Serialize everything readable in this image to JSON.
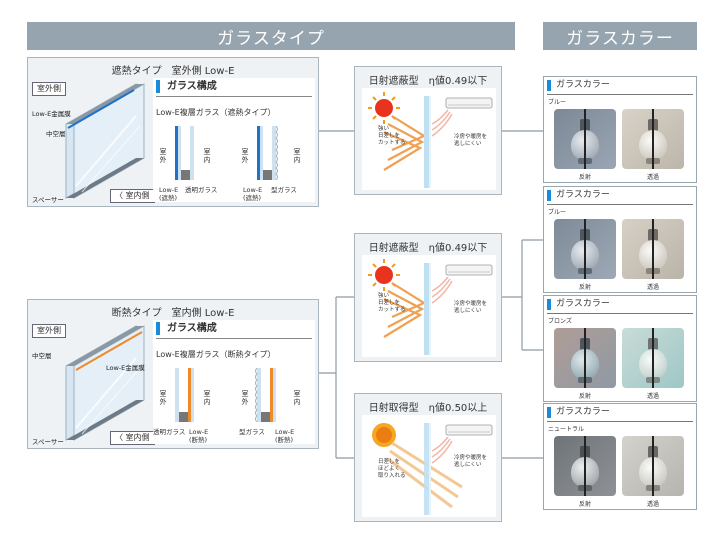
{
  "headers": {
    "glass_type": "ガラスタイプ",
    "glass_color": "ガラスカラー"
  },
  "panel_heat_shield": {
    "title": "遮熱タイプ　室外側 Low-E",
    "outdoor_tag": "室外側",
    "indoor_tag": "室内側",
    "lowe_film": "Low-E金属膜",
    "air_layer": "中空層",
    "spacer": "スペーサー",
    "composition": "ガラス構成",
    "glass_name": "Low-E複層ガラス（遮熱タイプ）",
    "outside_v": "室外",
    "inside_v": "室内",
    "a_left": "Low-E",
    "a_left_sub": "(遮熱)",
    "a_right": "透明ガラス",
    "b_left": "Low-E",
    "b_left_sub": "(遮熱)",
    "b_right": "型ガラス"
  },
  "panel_insulation": {
    "title": "断熱タイプ　室内側 Low-E",
    "outdoor_tag": "室外側",
    "indoor_tag": "室内側",
    "lowe_film": "Low-E金属膜",
    "air_layer": "中空層",
    "spacer": "スペーサー",
    "composition": "ガラス構成",
    "glass_name": "Low-E複層ガラス（断熱タイプ）",
    "outside_v": "室外",
    "inside_v": "室内",
    "a_left": "透明ガラス",
    "a_right": "Low-E",
    "a_right_sub": "(断熱)",
    "b_left": "型ガラス",
    "b_right": "Low-E",
    "b_right_sub": "(断熱)"
  },
  "props": [
    {
      "title": "日射遮蔽型　η値0.49以下",
      "sun_note": "強い\n日差しを\nカットする",
      "ac_note": "冷房や暖房を\n逃しにくい"
    },
    {
      "title": "日射遮蔽型　η値0.49以下",
      "sun_note": "強い\n日差しを\nカットする",
      "ac_note": "冷房や暖房を\n逃しにくい"
    },
    {
      "title": "日射取得型　η値0.50以上",
      "sun_note": "日差しを\nほどよく\n取り入れる",
      "ac_note": "冷房や暖房を\n逃しにくい"
    }
  ],
  "color_cards": [
    {
      "title": "ガラスカラー",
      "color": "ブルー",
      "reflect": "反射",
      "transmit": "透過"
    },
    {
      "title": "ガラスカラー",
      "color": "ブルー",
      "reflect": "反射",
      "transmit": "透過"
    },
    {
      "title": "ガラスカラー",
      "color": "ブロンズ",
      "reflect": "反射",
      "transmit": "透過"
    },
    {
      "title": "ガラスカラー",
      "color": "ニュートラル",
      "reflect": "反射",
      "transmit": "透過"
    }
  ],
  "colors": {
    "header_bg": "#95a4ae",
    "accent_blue": "#1a8bd6",
    "lowe_heat": "#1e73c8",
    "lowe_insul": "#ee8a2a",
    "panel_bg": "#eef2f5",
    "connector": "#8e9ba4"
  }
}
